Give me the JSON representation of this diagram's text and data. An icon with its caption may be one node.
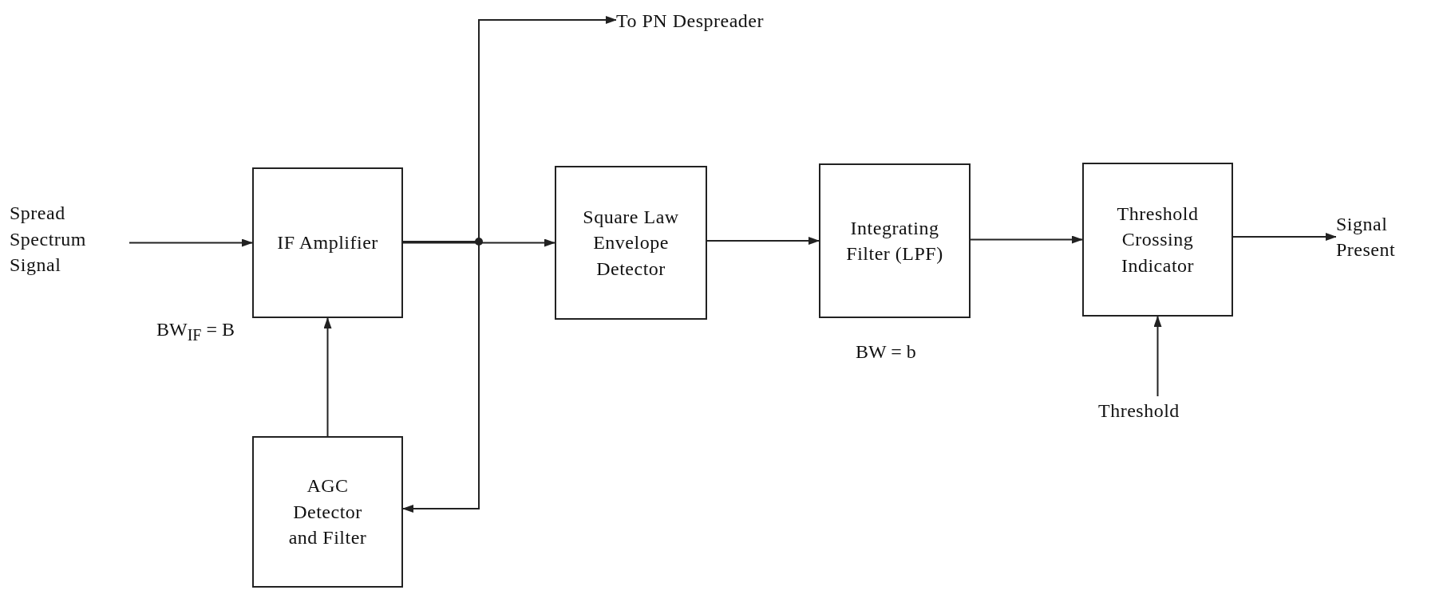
{
  "diagram": {
    "nodes": [
      {
        "text": [
          "Spread Spectrum Signal"
        ]
      },
      {
        "text": [
          "IF Amplifier"
        ]
      },
      {
        "text": [
          "To PN Despreader"
        ]
      },
      {
        "text": [
          "Square Law Envelope Detector"
        ]
      },
      {
        "text": [
          "AGC Detector and Filter"
        ]
      },
      {
        "text": [
          "Integrating Filter (LPF)"
        ]
      },
      {
        "text": [
          "Threshold Crossing Indicator"
        ]
      },
      {
        "text": [
          "Signal Present"
        ]
      },
      {
        "text": [
          "Threshold"
        ]
      }
    ],
    "edges": [
      {
        "from": 0,
        "to": 1,
        "arrow": "to"
      },
      {
        "from": 1,
        "to": 3,
        "arrow": "to"
      },
      {
        "from": 1,
        "to": 2,
        "arrow": "to"
      },
      {
        "from": 1,
        "to": 4,
        "arrow": "to"
      },
      {
        "from": 4,
        "to": 1,
        "arrow": "to"
      },
      {
        "from": 3,
        "to": 5,
        "arrow": "to"
      },
      {
        "from": 5,
        "to": 6,
        "arrow": "to"
      },
      {
        "from": 6,
        "to": 7,
        "arrow": "to"
      },
      {
        "from": 8,
        "to": 6,
        "arrow": "to"
      }
    ],
    "labels": [
      "BW$_{IF}$ = B",
      "BW = b"
    ]
  }
}
